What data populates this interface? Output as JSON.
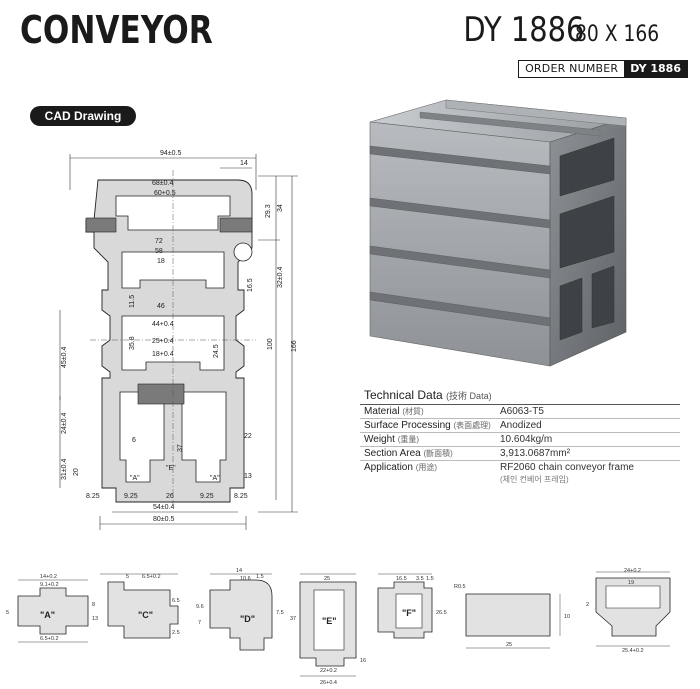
{
  "header": {
    "title": "CONVEYOR",
    "model_code": "DY 1886",
    "model_dims": "80 X 166",
    "order_label": "ORDER NUMBER",
    "order_value": "DY 1886"
  },
  "cad_label": "CAD Drawing",
  "drawing_dims": {
    "top_width": "94±0.5",
    "d14": "14",
    "d68": "68±0.4",
    "d60": "60+0.5",
    "d72": "72",
    "d58": "58",
    "d18": "18",
    "d46": "46",
    "d44": "44+0.4",
    "d25": "25+0.4",
    "d18b": "18+0.4",
    "d54": "54±0.4",
    "d80": "80±0.5",
    "d26": "26",
    "d825a": "8.25",
    "d925a": "9.25",
    "d925b": "9.25",
    "d825b": "8.25",
    "d100": "100",
    "d166": "166",
    "d29": "29.3",
    "d34": "34",
    "d32": "32±0.4",
    "d165": "16.5",
    "d45": "45±0.4",
    "d24": "24±0.4",
    "d31": "31±0.4",
    "d20": "20",
    "d115": "11.5",
    "d358": "35.8",
    "d245": "24.5",
    "d37": "37",
    "d22": "22",
    "d13": "13",
    "d6": "6",
    "labelA": "\"A\"",
    "labelE": "\"E\""
  },
  "tech": {
    "heading": "Technical Data",
    "heading_sub": "(技術 Data)",
    "rows": [
      {
        "k": "Material",
        "k_sub": "(材質)",
        "v": "A6063-T5"
      },
      {
        "k": "Surface Processing",
        "k_sub": "(表面處理)",
        "v": "Anodized"
      },
      {
        "k": "Weight",
        "k_sub": "(重量)",
        "v": "10.604kg/m"
      },
      {
        "k": "Section Area",
        "k_sub": "(斷面積)",
        "v": "3,913.0687mm²"
      }
    ],
    "application": {
      "k": "Application",
      "k_sub": "(用途)",
      "v": "RF2060 chain conveyor frame",
      "v_sub": "(체인 컨베어 프레임)"
    }
  },
  "details": {
    "A": {
      "label": "\"A\"",
      "d1": "14+0.2",
      "d2": "9.1+0.2",
      "d3": "6.5+0.2",
      "d4": "5",
      "d5": "8",
      "d6": "13"
    },
    "C": {
      "label": "\"C\"",
      "d1": "5",
      "d2": "6.5+0.2",
      "d3": "6.5",
      "d4": "2.5"
    },
    "D": {
      "label": "\"D\"",
      "d1": "14",
      "d2": "10.6",
      "d3": "1.5",
      "d4": "9.6",
      "d5": "7",
      "d6": "7.5"
    },
    "E": {
      "label": "\"E\"",
      "d1": "25",
      "d2": "37",
      "d3": "22+0.2",
      "d4": "26+0.4",
      "d5": "16"
    },
    "F": {
      "label": "\"F\"",
      "d1": "16.5",
      "d2": "3.5",
      "d3": "1.5",
      "d4": "26.5"
    },
    "G": {
      "d1": "R0.5",
      "d2": "25",
      "d3": "10"
    },
    "H": {
      "d1": "24+0.2",
      "d2": "19",
      "d3": "25.4+0.2",
      "d4": "2"
    }
  },
  "colors": {
    "dark": "#1a1a1a",
    "profile_fill": "#d9d9d9",
    "hatch": "#7a7a7a",
    "render_light": "#b8bbbf",
    "render_mid": "#8e9296",
    "render_dark": "#5e6266"
  }
}
